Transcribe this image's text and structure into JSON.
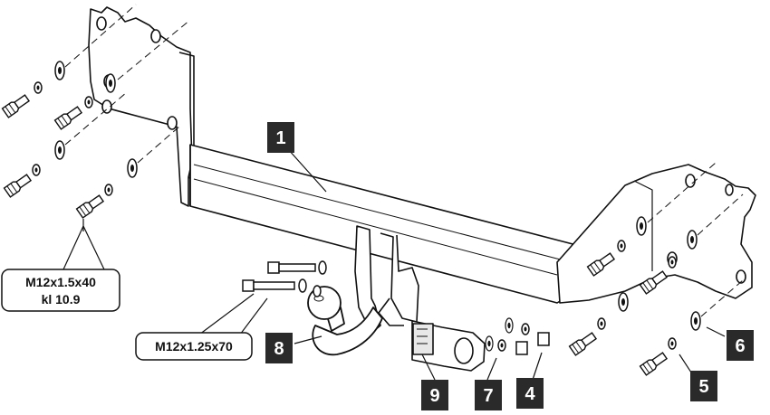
{
  "colors": {
    "ink": "#111111",
    "paper": "#ffffff",
    "callout_bg": "#2a2a2a"
  },
  "callouts": {
    "c1": "1",
    "c4": "4",
    "c5": "5",
    "c6": "6",
    "c7": "7",
    "c8": "8",
    "c9": "9"
  },
  "specs": {
    "bolt_a_line1": "M12x1.5x40",
    "bolt_a_line2": "kl 10.9",
    "bolt_b": "M12x1.25x70"
  }
}
